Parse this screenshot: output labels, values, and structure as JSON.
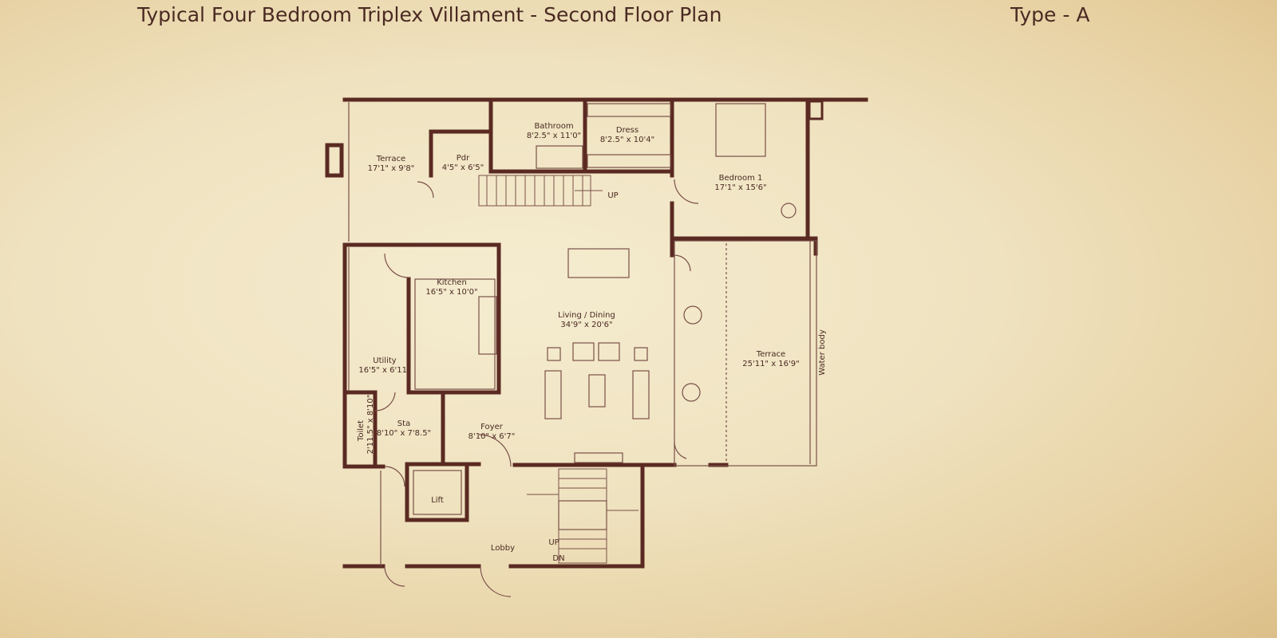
{
  "header": {
    "title": "Typical Four Bedroom Triplex Villament - Second Floor Plan",
    "type": "Type - A"
  },
  "colors": {
    "wall": "#5a2a22",
    "line": "#7a5048",
    "background": "#efe2bf"
  },
  "rooms": {
    "terrace_1": {
      "name": "Terrace",
      "size": "17'1\" x 9'8\""
    },
    "pdr": {
      "name": "Pdr",
      "size": "4'5\" x 6'5\""
    },
    "bathroom": {
      "name": "Bathroom",
      "size": "8'2.5\" x 11'0\""
    },
    "dress": {
      "name": "Dress",
      "size": "8'2.5\" x 10'4\""
    },
    "bedroom_1": {
      "name": "Bedroom 1",
      "size": "17'1\" x 15'6\""
    },
    "kitchen": {
      "name": "Kitchen",
      "size": "16'5\" x 10'0\""
    },
    "living_dining": {
      "name": "Living / Dining",
      "size": "34'9\" x 20'6\""
    },
    "terrace_2": {
      "name": "Terrace",
      "size": "25'11\" x 16'9\""
    },
    "water_body": {
      "name": "Water body"
    },
    "utility": {
      "name": "Utility",
      "size": "16'5\" x 6'11\""
    },
    "toilet": {
      "name": "Toilet",
      "size": "2'11.5\" x 8'10\""
    },
    "sta": {
      "name": "Sta",
      "size": "8'10\" x 7'8.5\""
    },
    "foyer": {
      "name": "Foyer",
      "size": "8'10\" x 6'7\""
    },
    "lift": {
      "name": "Lift"
    },
    "lobby": {
      "name": "Lobby"
    }
  },
  "stairs": {
    "up_label_1": "UP",
    "up_label_2": "UP",
    "down_label": "DN"
  }
}
